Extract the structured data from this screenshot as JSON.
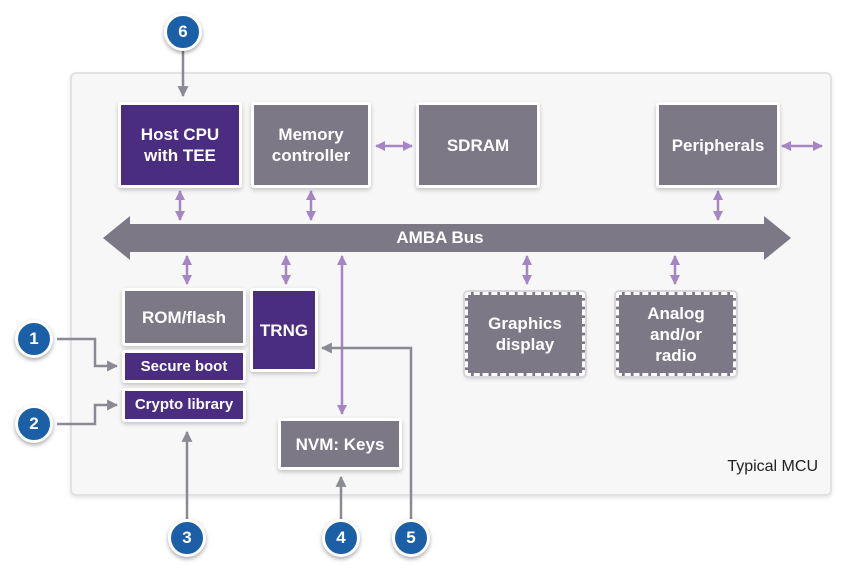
{
  "diagram": {
    "container_label": "Typical MCU",
    "bus_label": "AMBA Bus",
    "blocks": {
      "host_cpu": "Host CPU\nwith TEE",
      "memory_controller": "Memory\ncontroller",
      "sdram": "SDRAM",
      "peripherals": "Peripherals",
      "rom_flash": "ROM/flash",
      "trng": "TRNG",
      "secure_boot": "Secure boot",
      "crypto_library": "Crypto library",
      "nvm_keys": "NVM: Keys",
      "graphics_display": "Graphics\ndisplay",
      "analog_radio": "Analog\nand/or\nradio"
    },
    "callouts": [
      "1",
      "2",
      "3",
      "4",
      "5",
      "6"
    ]
  },
  "colors": {
    "gray_block": "#7c7886",
    "purple_block": "#4a2c80",
    "bus": "#7c7886",
    "connector": "#a685c4",
    "callout": "#1b5fa6",
    "callout_line": "#8a8a94"
  }
}
